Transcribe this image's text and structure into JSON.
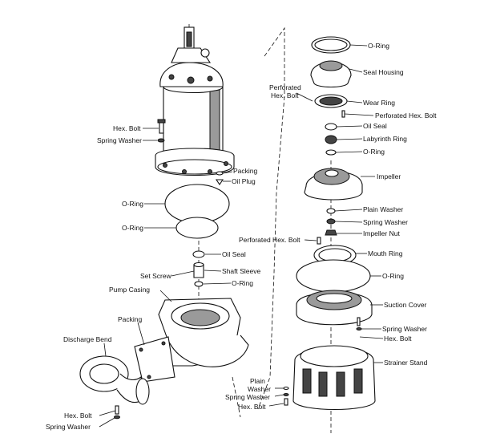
{
  "labels": {
    "o_ring_top": "O-Ring",
    "seal_housing": "Seal Housing",
    "perforated_hex_bolt_left": "Perforated\nHex. Bolt",
    "wear_ring": "Wear Ring",
    "perforated_hex_bolt_right": "Perforated Hex. Bolt",
    "oil_seal_right": "Oil Seal",
    "labyrinth_ring": "Labyrinth Ring",
    "o_ring_right": "O-Ring",
    "impeller": "Impeller",
    "plain_washer_right": "Plain Washer",
    "spring_washer_right": "Spring Washer",
    "impeller_nut": "Impeller Nut",
    "perforated_hex_bolt_mid": "Perforated Hex. Bolt",
    "mouth_ring": "Mouth Ring",
    "o_ring_lower_right": "O-Ring",
    "suction_cover": "Suction Cover",
    "spring_washer_suction": "Spring Washer",
    "hex_bolt_suction": "Hex. Bolt",
    "strainer_stand": "Strainer Stand",
    "plain_washer_bottom": "Plain\nWasher",
    "spring_washer_bottom": "Spring Washer",
    "hex_bolt_bottom": "Hex. Bolt",
    "hex_bolt_motor": "Hex. Bolt",
    "spring_washer_motor": "Spring Washer",
    "packing_motor": "Packing",
    "oil_plug": "Oil Plug",
    "o_ring_big_1": "O-Ring",
    "o_ring_big_2": "O-Ring",
    "oil_seal_left": "Oil Seal",
    "set_screw": "Set Screw",
    "shaft_sleeve": "Shaft Sleeve",
    "o_ring_left": "O-Ring",
    "pump_casing": "Pump Casing",
    "packing_casing": "Packing",
    "discharge_bend": "Discharge Bend",
    "hex_bolt_discharge": "Hex. Bolt",
    "spring_washer_discharge": "Spring Washer"
  }
}
